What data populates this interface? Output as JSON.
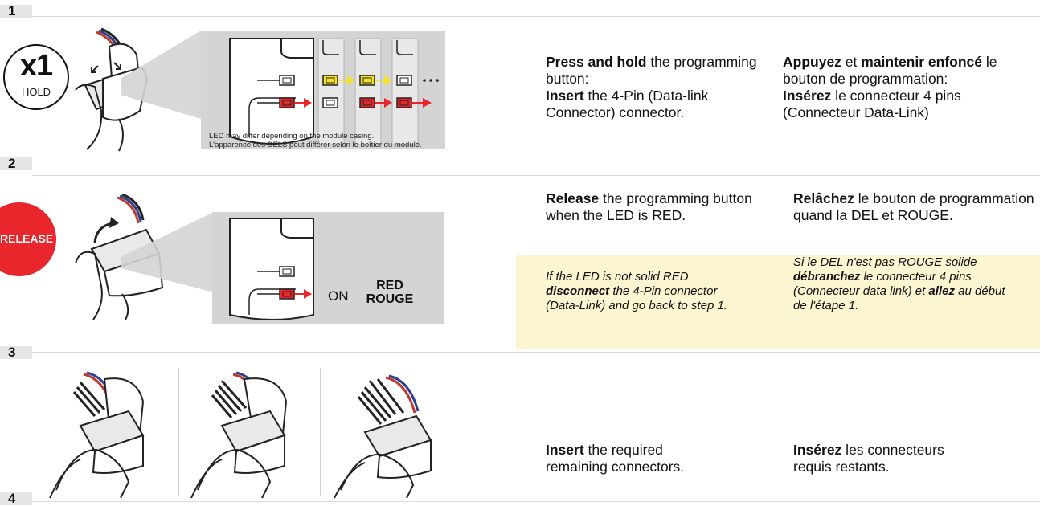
{
  "steps": [
    {
      "number": "1"
    },
    {
      "number": "2"
    },
    {
      "number": "3"
    },
    {
      "number": "4"
    }
  ],
  "step1": {
    "badge_count": "x1",
    "badge_label": "HOLD",
    "caption_en": "LED may differ depending on the module casing.",
    "caption_fr": "L'apparence des DELS peut différer selon le boîtier du module.",
    "en": {
      "b1": "Press and hold",
      "t1": " the programming button:",
      "b2": "Insert",
      "t2": " the 4-Pin (Data-link Connector) connector."
    },
    "fr": {
      "b1": "Appuyez",
      "t1": " et ",
      "b2": "maintenir enfoncé",
      "t2": " le bouton de programmation:",
      "b3": "Insérez",
      "t3": " le connecteur 4 pins (Connecteur Data-Link)"
    }
  },
  "step2": {
    "badge_label": "RELEASE",
    "led_on": "ON",
    "led_red": "RED",
    "led_rouge": "ROUGE",
    "en": {
      "b1": "Release",
      "t1": " the programming button when the LED is RED."
    },
    "fr": {
      "b1": "Relâchez",
      "t1": " le bouton de programmation quand la DEL et ROUGE."
    },
    "note_en": {
      "t1": "If the LED is not solid RED ",
      "b1": "disconnect",
      "t2": " the 4-Pin connector (Data-Link) and go back to step 1."
    },
    "note_fr": {
      "t1": "Si le DEL n'est pas ROUGE solide ",
      "b1": "débranchez",
      "t2": " le connecteur 4 pins (Connecteur data link) et ",
      "b2": "allez",
      "t3": " au début de l'étape 1."
    }
  },
  "step3": {
    "en": {
      "b1": "Insert",
      "t1": " the required remaining connectors."
    },
    "fr": {
      "b1": "Insérez",
      "t1": " les connecteurs requis restants."
    }
  },
  "colors": {
    "red": "#e8262b",
    "yellow": "#f5e12b",
    "panel": "#d4d4d4",
    "note_bg": "#fbf5d1"
  }
}
